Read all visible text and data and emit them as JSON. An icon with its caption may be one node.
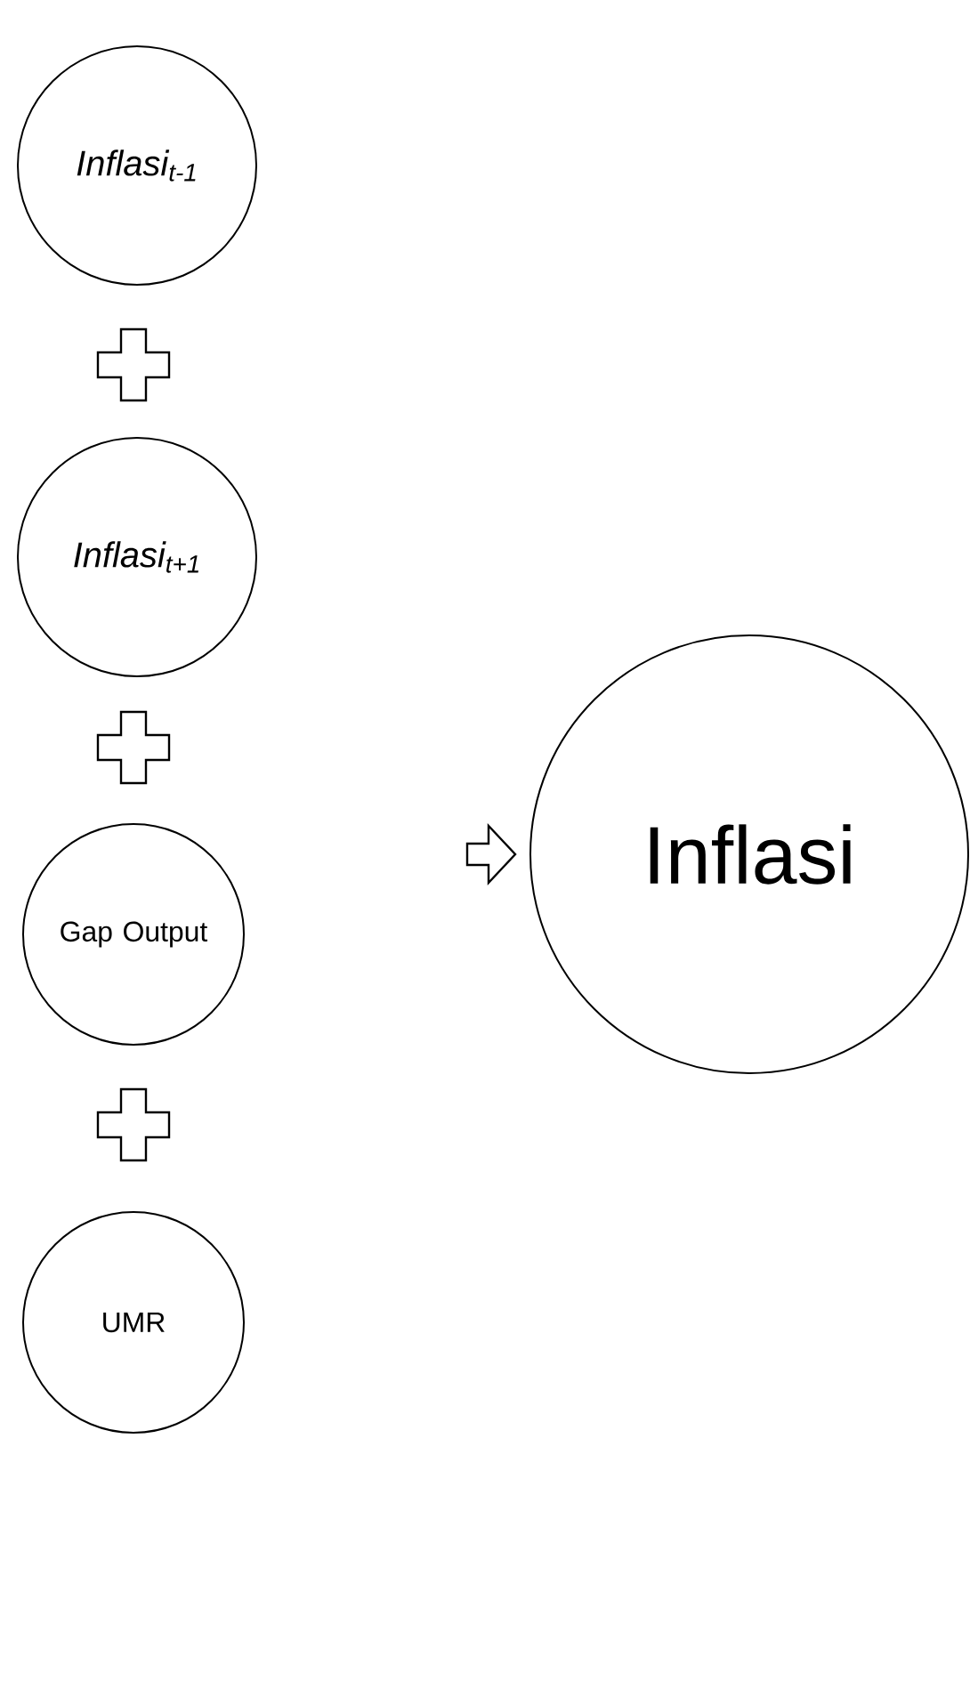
{
  "diagram": {
    "nodes": [
      {
        "text": [
          "Inflasi$_{t-1}$"
        ]
      },
      {
        "text": [
          "Inflasi$_{t+1}$"
        ]
      },
      {
        "text": [
          "Gap Output"
        ]
      },
      {
        "text": [
          "UMR"
        ]
      },
      {
        "text": [
          "Inflasi"
        ]
      }
    ],
    "edges": [
      {
        "from": null,
        "to": 4,
        "arrow": "to"
      }
    ]
  }
}
